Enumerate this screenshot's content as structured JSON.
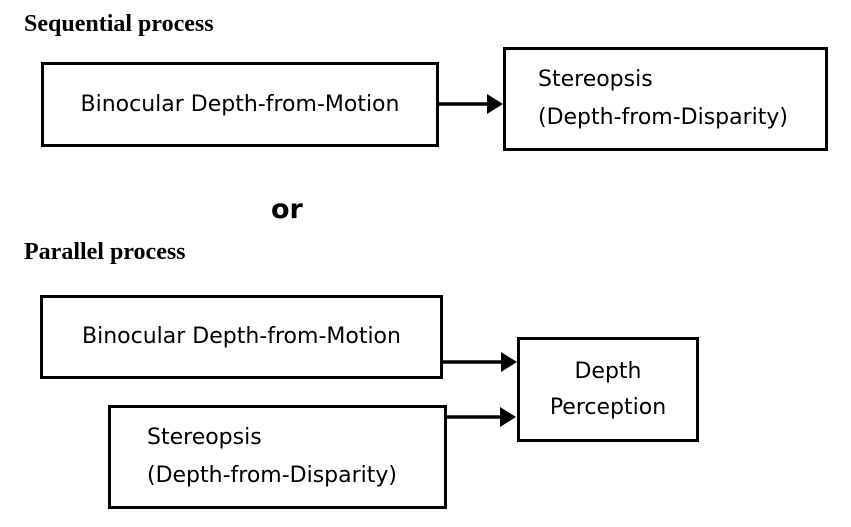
{
  "canvas": {
    "background": "#ffffff",
    "ink": "#000000"
  },
  "sequential": {
    "heading": "Sequential process",
    "motion_box": {
      "label": "Binocular Depth-from-Motion"
    },
    "stereopsis_box": {
      "line1": "Stereopsis",
      "line2": "(Depth-from-Disparity)"
    }
  },
  "connector": {
    "or_label": "or"
  },
  "parallel": {
    "heading": "Parallel process",
    "motion_box": {
      "label": "Binocular Depth-from-Motion"
    },
    "stereopsis_box": {
      "line1": "Stereopsis",
      "line2": "(Depth-from-Disparity)"
    },
    "output_box": {
      "line1": "Depth",
      "line2": "Perception"
    }
  },
  "icons": {
    "arrow_sequential": "right-arrow",
    "arrow_parallel_top": "right-arrow",
    "arrow_parallel_bottom": "right-arrow"
  }
}
